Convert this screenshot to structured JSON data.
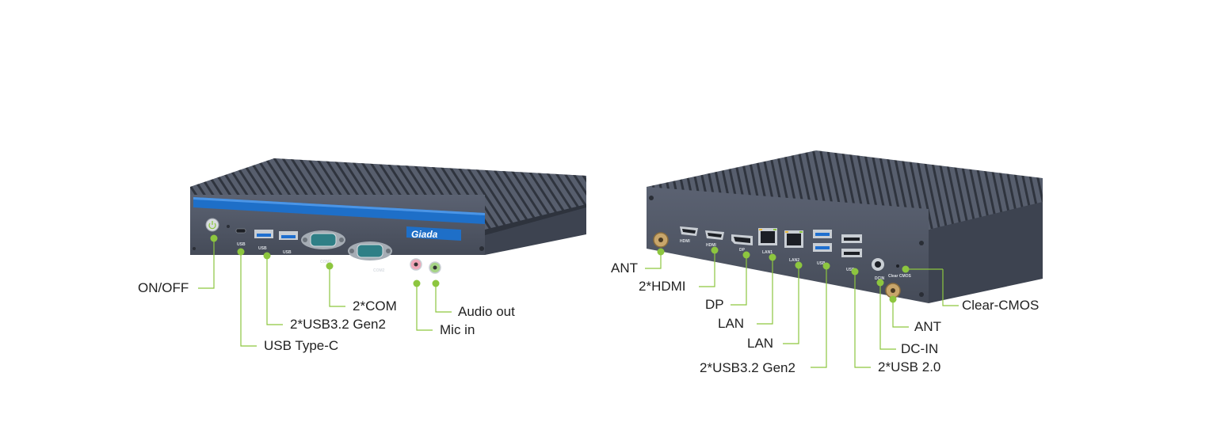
{
  "front": {
    "brand": "Giada",
    "port_text": [
      "USB",
      "USB",
      "USB",
      "COM1",
      "COM2"
    ],
    "labels": [
      "ON/OFF",
      "2*COM",
      "Audio out",
      "2*USB3.2 Gen2",
      "Mic in",
      "USB Type-C"
    ]
  },
  "rear": {
    "port_text": [
      "HDMI",
      "HDMI",
      "DP",
      "LAN1",
      "LAN2",
      "USB",
      "USB",
      "DCIN",
      "Clear CMOS"
    ],
    "labels": [
      "ANT",
      "2*HDMI",
      "DP",
      "LAN",
      "LAN",
      "2*USB3.2 Gen2",
      "Clear-CMOS",
      "ANT",
      "DC-IN",
      "2*USB 2.0"
    ]
  },
  "colors": {
    "accent_green": "#8dc63f",
    "case_dark": "#4a5160",
    "front_blue": "#1e6fc8"
  }
}
